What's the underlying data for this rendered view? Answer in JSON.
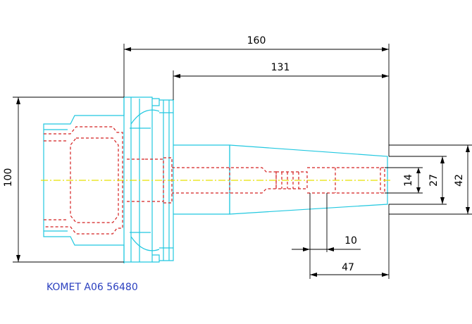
{
  "dimensions": {
    "overall_length": "160",
    "shank_length": "131",
    "flange_diameter": "100",
    "bore_diameter": "14",
    "taper_small_diameter": "27",
    "taper_large_diameter": "42",
    "offset_10": "10",
    "offset_47": "47"
  },
  "caption": "KOMET A06 56480",
  "colors": {
    "outline": "#22c8e0",
    "hidden": "#d42020",
    "centerline": "#e8e000",
    "dimension": "#000000",
    "caption": "#2a3fbf"
  }
}
